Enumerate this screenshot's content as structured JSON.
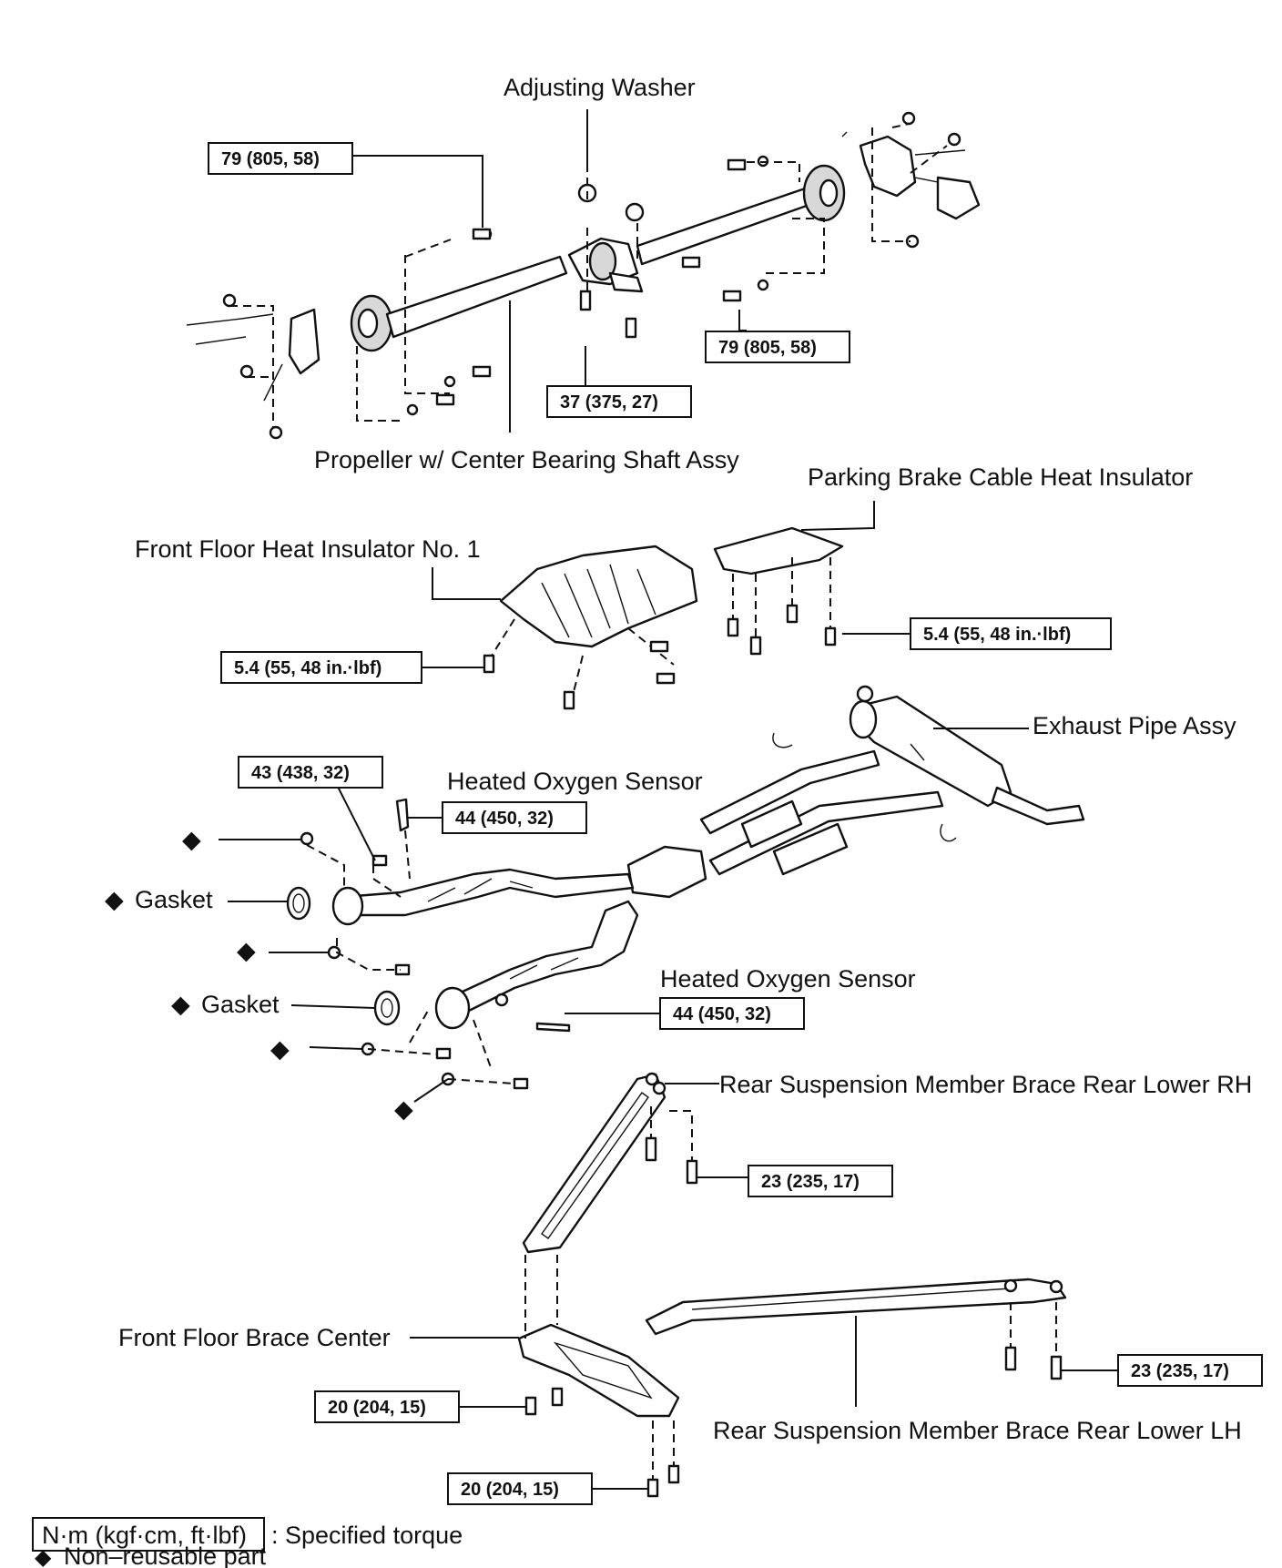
{
  "labels": {
    "adjusting_washer": "Adjusting Washer",
    "propeller": "Propeller w/ Center Bearing Shaft Assy",
    "parking_brake_insulator": "Parking Brake Cable Heat Insulator",
    "front_floor_insulator": "Front Floor Heat Insulator No. 1",
    "exhaust_pipe": "Exhaust Pipe Assy",
    "heated_o2_upper": "Heated Oxygen Sensor",
    "heated_o2_lower": "Heated Oxygen Sensor",
    "gasket_upper": "Gasket",
    "gasket_lower": "Gasket",
    "brace_rh": "Rear Suspension Member Brace Rear Lower RH",
    "brace_lh": "Rear Suspension Member Brace Rear Lower LH",
    "front_floor_brace": "Front Floor Brace Center"
  },
  "torques": {
    "prop_front": "79 (805, 58)",
    "prop_rear": "79 (805, 58)",
    "center_bearing": "37 (375, 27)",
    "insulator_front": "5.4 (55, 48 in.·lbf)",
    "insulator_parking": "5.4 (55, 48 in.·lbf)",
    "exhaust_front_flange": "43 (438, 32)",
    "o2_upper": "44 (450, 32)",
    "o2_lower": "44 (450, 32)",
    "brace_rh": "23 (235, 17)",
    "brace_lh": "23 (235, 17)",
    "floor_brace_1": "20 (204, 15)",
    "floor_brace_2": "20 (204, 15)"
  },
  "legend": {
    "unit_box": "N·m (kgf·cm, ft·lbf)",
    "unit_text": ": Specified torque",
    "nonreusable_symbol": "◆",
    "nonreusable_text": "Non–reusable part"
  },
  "diamond_symbol": "◆"
}
